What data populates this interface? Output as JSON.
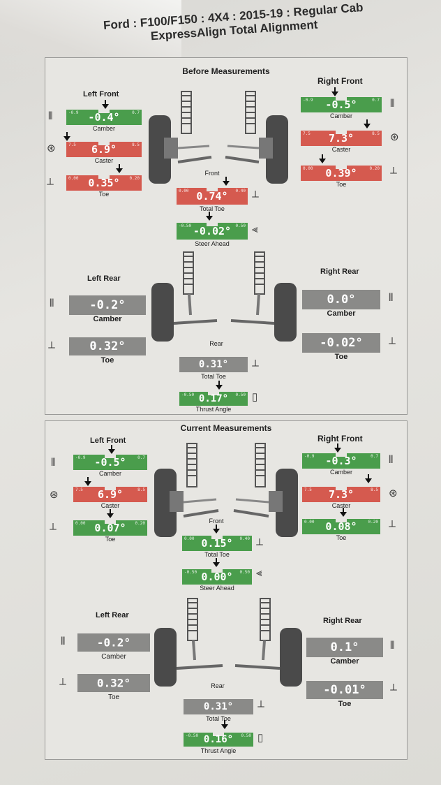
{
  "document": {
    "title_line1": "Ford : F100/F150 : 4X4 : 2015-19 : Regular Cab",
    "title_line2": "ExpressAlign Total Alignment"
  },
  "before": {
    "title": "Before Measurements",
    "left_front": {
      "header": "Left Front",
      "camber": {
        "label": "Camber",
        "value": "-0.4°",
        "min": "-0.9",
        "max": "0.7",
        "status": "in-range"
      },
      "caster": {
        "label": "Caster",
        "value": "6.9°",
        "min": "7.5",
        "max": "8.5",
        "status": "out-of-range"
      },
      "toe": {
        "label": "Toe",
        "value": "0.35°",
        "min": "0.00",
        "max": "0.20",
        "status": "out-of-range"
      }
    },
    "right_front": {
      "header": "Right Front",
      "camber": {
        "label": "Camber",
        "value": "-0.5°",
        "min": "-0.9",
        "max": "0.7",
        "status": "in-range"
      },
      "caster": {
        "label": "Caster",
        "value": "7.3°",
        "min": "7.5",
        "max": "8.5",
        "status": "out-of-range"
      },
      "toe": {
        "label": "Toe",
        "value": "0.39°",
        "min": "0.00",
        "max": "0.20",
        "status": "out-of-range"
      }
    },
    "front": {
      "label": "Front",
      "total_toe": {
        "label": "Total Toe",
        "value": "0.74°",
        "min": "0.00",
        "max": "0.40",
        "status": "out-of-range"
      },
      "steer_ahead": {
        "label": "Steer Ahead",
        "value": "-0.02°",
        "min": "-0.50",
        "max": "0.50",
        "status": "in-range"
      }
    },
    "left_rear": {
      "header": "Left Rear",
      "camber": {
        "label": "Camber",
        "value": "-0.2°",
        "status": "info"
      },
      "toe": {
        "label": "Toe",
        "value": "0.32°",
        "status": "info"
      }
    },
    "right_rear": {
      "header": "Right Rear",
      "camber": {
        "label": "Camber",
        "value": "0.0°",
        "status": "info"
      },
      "toe": {
        "label": "Toe",
        "value": "-0.02°",
        "status": "info"
      }
    },
    "rear": {
      "label": "Rear",
      "total_toe": {
        "label": "Total Toe",
        "value": "0.31°",
        "status": "info"
      },
      "thrust_angle": {
        "label": "Thrust Angle",
        "value": "0.17°",
        "min": "-0.50",
        "max": "0.50",
        "status": "in-range"
      }
    }
  },
  "current": {
    "title": "Current Measurements",
    "left_front": {
      "header": "Left Front",
      "camber": {
        "label": "Camber",
        "value": "-0.5°",
        "min": "-0.9",
        "max": "0.7",
        "status": "in-range"
      },
      "caster": {
        "label": "Caster",
        "value": "6.9°",
        "min": "7.5",
        "max": "8.5",
        "status": "out-of-range"
      },
      "toe": {
        "label": "Toe",
        "value": "0.07°",
        "min": "0.00",
        "max": "0.20",
        "status": "in-range"
      }
    },
    "right_front": {
      "header": "Right Front",
      "camber": {
        "label": "Camber",
        "value": "-0.3°",
        "min": "-0.9",
        "max": "0.7",
        "status": "in-range"
      },
      "caster": {
        "label": "Caster",
        "value": "7.3°",
        "min": "7.5",
        "max": "8.5",
        "status": "out-of-range"
      },
      "toe": {
        "label": "Toe",
        "value": "0.08°",
        "min": "0.00",
        "max": "0.20",
        "status": "in-range"
      }
    },
    "front": {
      "label": "Front",
      "total_toe": {
        "label": "Total Toe",
        "value": "0.15°",
        "min": "0.00",
        "max": "0.40",
        "status": "in-range"
      },
      "steer_ahead": {
        "label": "Steer Ahead",
        "value": "0.00°",
        "min": "-0.50",
        "max": "0.50",
        "status": "in-range"
      }
    },
    "left_rear": {
      "header": "Left Rear",
      "camber": {
        "label": "Camber",
        "value": "-0.2°",
        "status": "info"
      },
      "toe": {
        "label": "Toe",
        "value": "0.32°",
        "status": "info"
      }
    },
    "right_rear": {
      "header": "Right Rear",
      "camber": {
        "label": "Camber",
        "value": "0.1°",
        "status": "info"
      },
      "toe": {
        "label": "Toe",
        "value": "-0.01°",
        "status": "info"
      }
    },
    "rear": {
      "label": "Rear",
      "total_toe": {
        "label": "Total Toe",
        "value": "0.31°",
        "status": "info"
      },
      "thrust_angle": {
        "label": "Thrust Angle",
        "value": "0.16°",
        "min": "-0.50",
        "max": "0.50",
        "status": "in-range"
      }
    }
  },
  "colors": {
    "in_range": "#4a9d4c",
    "out_of_range": "#d55a4f",
    "info": "#8a8a88"
  },
  "icons": {
    "camber": "camber-icon",
    "caster": "caster-icon",
    "toe": "toe-icon",
    "total_toe": "total-toe-icon",
    "steer_ahead": "steer-ahead-icon",
    "thrust_angle": "thrust-angle-icon"
  }
}
